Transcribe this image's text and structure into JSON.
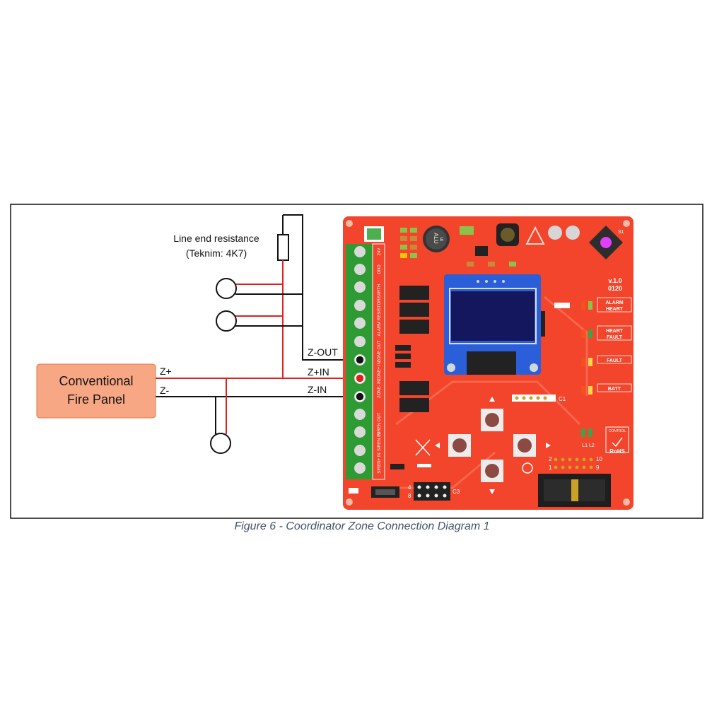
{
  "diagram": {
    "resistor_label": "Line end resistance",
    "resistor_note": "(Teknim: 4K7)",
    "panel_line1": "Conventional",
    "panel_line2": "Fire Panel",
    "wire_zplus": "Z+",
    "wire_zminus": "Z-",
    "terminal_zout": "Z-OUT",
    "terminal_zplus_in": "Z+IN",
    "terminal_zminus_in": "Z-IN",
    "colors": {
      "red_wire": "#e0201c",
      "black_wire": "#111111",
      "panel_fill": "#f8a784",
      "board_fill": "#f2452b",
      "terminal_green": "#2e9a33"
    }
  },
  "board": {
    "terminal_labels": [
      "24V",
      "GND",
      "EARTH",
      "ALARM RESISTOR",
      "ZONE OUT",
      "ZONE+ IN",
      "ZONE- IN",
      "SIREN OUT",
      "SIREN IN",
      "SIREN+ IN"
    ],
    "cap_text1": "ALU",
    "cap_text2": "E",
    "version": "v.1.0",
    "version_code": "0120",
    "led_labels": [
      "ALARM HEART",
      "HEART FAULT",
      "FAULT",
      "BATT"
    ],
    "l_label": "L1 L2",
    "conn_c1": "C1",
    "conn_c3": "C3",
    "hdr_left_top": "2",
    "hdr_right_top": "10",
    "hdr_left_bot": "1",
    "hdr_right_bot": "9",
    "prog_left_top": "4",
    "prog_left_bot": "8",
    "rohs": "RoHS",
    "rohs_top": "CONTROL",
    "badge": "S1"
  },
  "caption": "Figure 6 - Coordinator Zone Connection Diagram 1"
}
